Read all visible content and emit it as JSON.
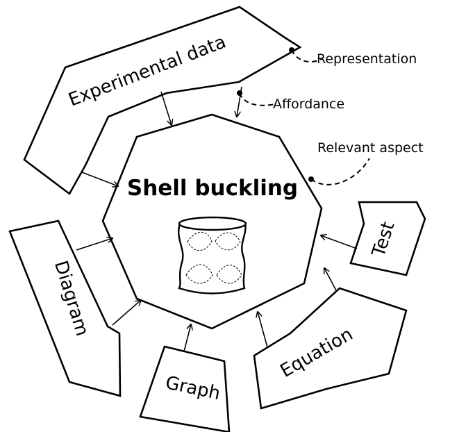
{
  "center": {
    "title": "Shell buckling",
    "illustration": "buckled-cylinder-icon"
  },
  "representations": [
    {
      "id": "experimental-data",
      "label": "Experimental data"
    },
    {
      "id": "test",
      "label": "Test"
    },
    {
      "id": "equation",
      "label": "Equation"
    },
    {
      "id": "graph",
      "label": "Graph"
    },
    {
      "id": "diagram",
      "label": "Diagram"
    }
  ],
  "annotations": {
    "representation": "Representation",
    "affordance": "Affordance",
    "relevant_aspect": "Relevant aspect"
  }
}
